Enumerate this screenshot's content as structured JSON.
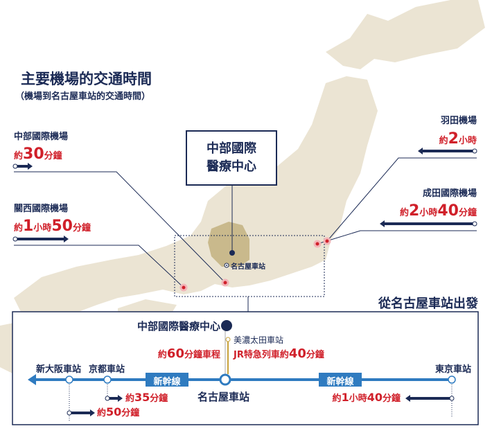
{
  "title": "主要機場的交通時間",
  "subtitle": "（機場到名古屋車站的交通時間）",
  "airports": [
    {
      "name": "中部國際機場",
      "pre": "約",
      "n1": "30",
      "u1": "分鐘"
    },
    {
      "name": "關西國際機場",
      "pre": "約",
      "n1": "1",
      "u1": "小時",
      "n2": "50",
      "u2": "分鐘"
    },
    {
      "name": "羽田機場",
      "pre": "約",
      "n1": "2",
      "u1": "小時"
    },
    {
      "name": "成田國際機場",
      "pre": "約",
      "n1": "2",
      "u1": "小時",
      "n2": "40",
      "u2": "分鐘"
    }
  ],
  "center_box": {
    "line1": "中部國際",
    "line2": "醫療中心"
  },
  "map_station": "名古屋車站",
  "section_title": "從名古屋車站出發",
  "diagram": {
    "center": "中部國際醫療中心",
    "minoota": "美濃太田車站",
    "car": {
      "pre": "約",
      "n": "60",
      "post": "分鐘車程"
    },
    "jr": {
      "pre": "JR特急列車約",
      "n": "40",
      "post": "分鐘"
    },
    "shinkansen": "新幹線",
    "nagoya": "名古屋車站",
    "shin_osaka": "新大阪車站",
    "kyoto": "京都車站",
    "tokyo": "東京車站",
    "kyoto_time": {
      "pre": "約",
      "n": "35",
      "post": "分鐘"
    },
    "osaka_time": {
      "pre": "約",
      "n": "50",
      "post": "分鐘"
    },
    "tokyo_time": {
      "pre": "約",
      "n1": "1",
      "u1": "小時",
      "n2": "40",
      "u2": "分鐘"
    }
  },
  "colors": {
    "navy": "#1b2a55",
    "red": "#d0202a",
    "blue": "#2f7bc0",
    "land": "#e9e2d0",
    "gifu": "#c9b98c",
    "gold": "#c8a23a"
  }
}
